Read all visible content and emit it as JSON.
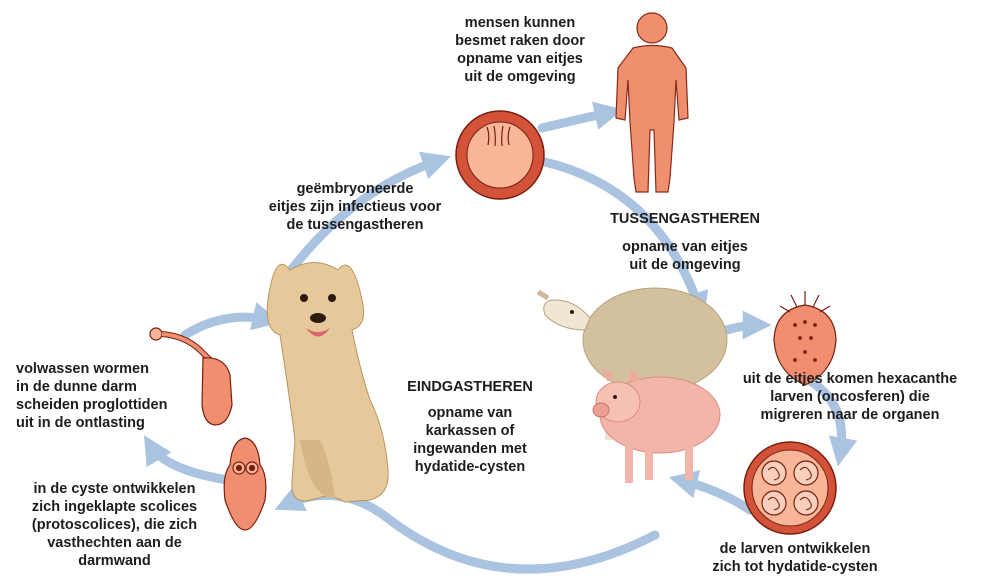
{
  "labels": {
    "human_infection": "mensen kunnen\nbesmet raken door\nopname van eitjes\nuit de omgeving",
    "embryonated_eggs": "geëmbryoneerde\neitjes zijn infectieus voor\nde tussengastheren",
    "intermediate_hosts_title": "TUSSENGASTHEREN",
    "intermediate_intake": "opname van eitjes\nuit de omgeving",
    "adult_worms": "volwassen wormen\nin de dunne darm\nscheiden proglottiden\nuit in de ontlasting",
    "definitive_hosts_title": "EINDGASTHEREN",
    "definitive_intake": "opname van\nkarkassen of\ningewanden met\nhydatide-cysten",
    "larvae_hatch": "uit de eitjes komen hexacanthe\nlarven (oncosferen) die\nmigreren naar de organen",
    "scolices": "in de cyste ontwikkelen\nzich ingeklapte scolices\n(protoscolices), die zich\nvasthechten aan de\ndarmwand",
    "cysts": "de larven ontwikkelen\nzich tot hydatide-cysten"
  },
  "colors": {
    "arrow": "#a9c3e0",
    "stage_fill": "#ef8f6f",
    "stage_stroke": "#8a2a1a",
    "egg_shell": "#d3533a",
    "egg_inner": "#f6b697",
    "human": "#ee8f6e"
  },
  "icons": [
    "egg-icon",
    "human-silhouette-icon",
    "oncosphere-icon",
    "hydatid-cyst-icon",
    "protoscolex-icon",
    "adult-worm-icon",
    "dog-image",
    "sheep-image",
    "pig-image"
  ]
}
